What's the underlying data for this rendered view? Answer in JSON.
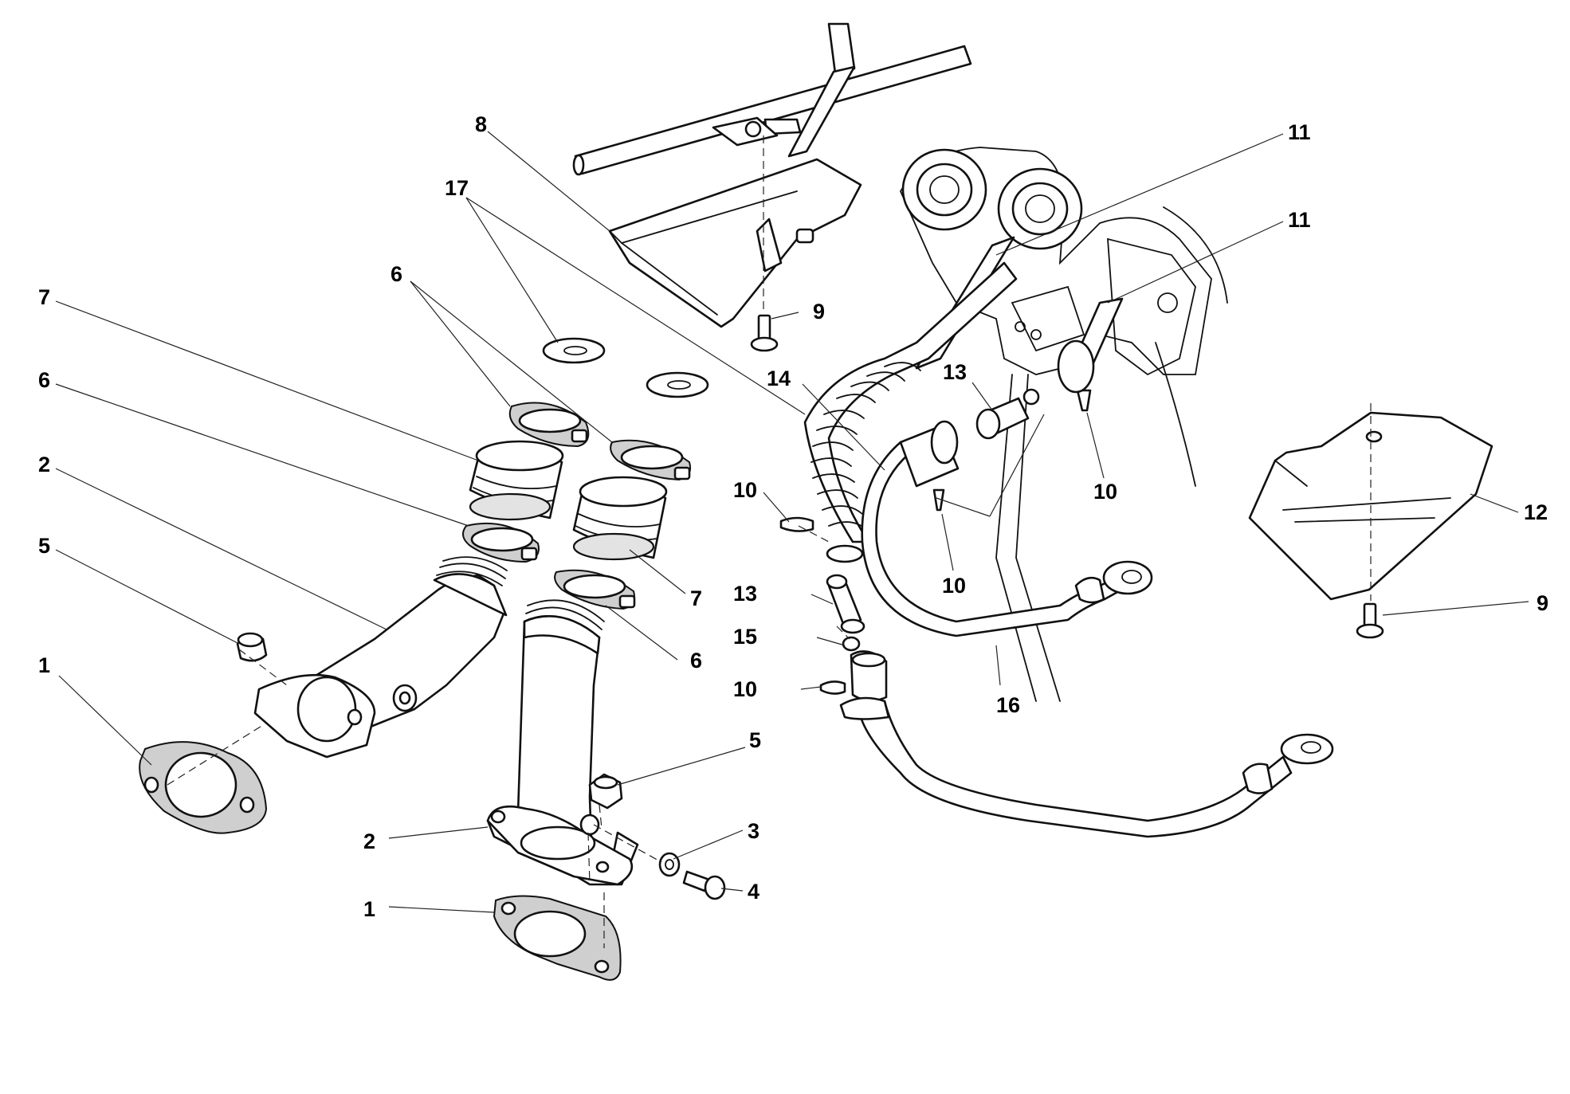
{
  "callouts": [
    {
      "id": "c1a",
      "text": "1"
    },
    {
      "id": "c1b",
      "text": "1"
    },
    {
      "id": "c2a",
      "text": "2"
    },
    {
      "id": "c2b",
      "text": "2"
    },
    {
      "id": "c3",
      "text": "3"
    },
    {
      "id": "c4",
      "text": "4"
    },
    {
      "id": "c5a",
      "text": "5"
    },
    {
      "id": "c5b",
      "text": "5"
    },
    {
      "id": "c6a",
      "text": "6"
    },
    {
      "id": "c6b",
      "text": "6"
    },
    {
      "id": "c6c",
      "text": "6"
    },
    {
      "id": "c7a",
      "text": "7"
    },
    {
      "id": "c7b",
      "text": "7"
    },
    {
      "id": "c8",
      "text": "8"
    },
    {
      "id": "c9a",
      "text": "9"
    },
    {
      "id": "c9b",
      "text": "9"
    },
    {
      "id": "c10a",
      "text": "10"
    },
    {
      "id": "c10b",
      "text": "10"
    },
    {
      "id": "c10c",
      "text": "10"
    },
    {
      "id": "c10d",
      "text": "10"
    },
    {
      "id": "c11a",
      "text": "11"
    },
    {
      "id": "c11b",
      "text": "11"
    },
    {
      "id": "c12",
      "text": "12"
    },
    {
      "id": "c13a",
      "text": "13"
    },
    {
      "id": "c13b",
      "text": "13"
    },
    {
      "id": "c14",
      "text": "14"
    },
    {
      "id": "c15",
      "text": "15"
    },
    {
      "id": "c16",
      "text": "16"
    },
    {
      "id": "c17",
      "text": "17"
    }
  ]
}
